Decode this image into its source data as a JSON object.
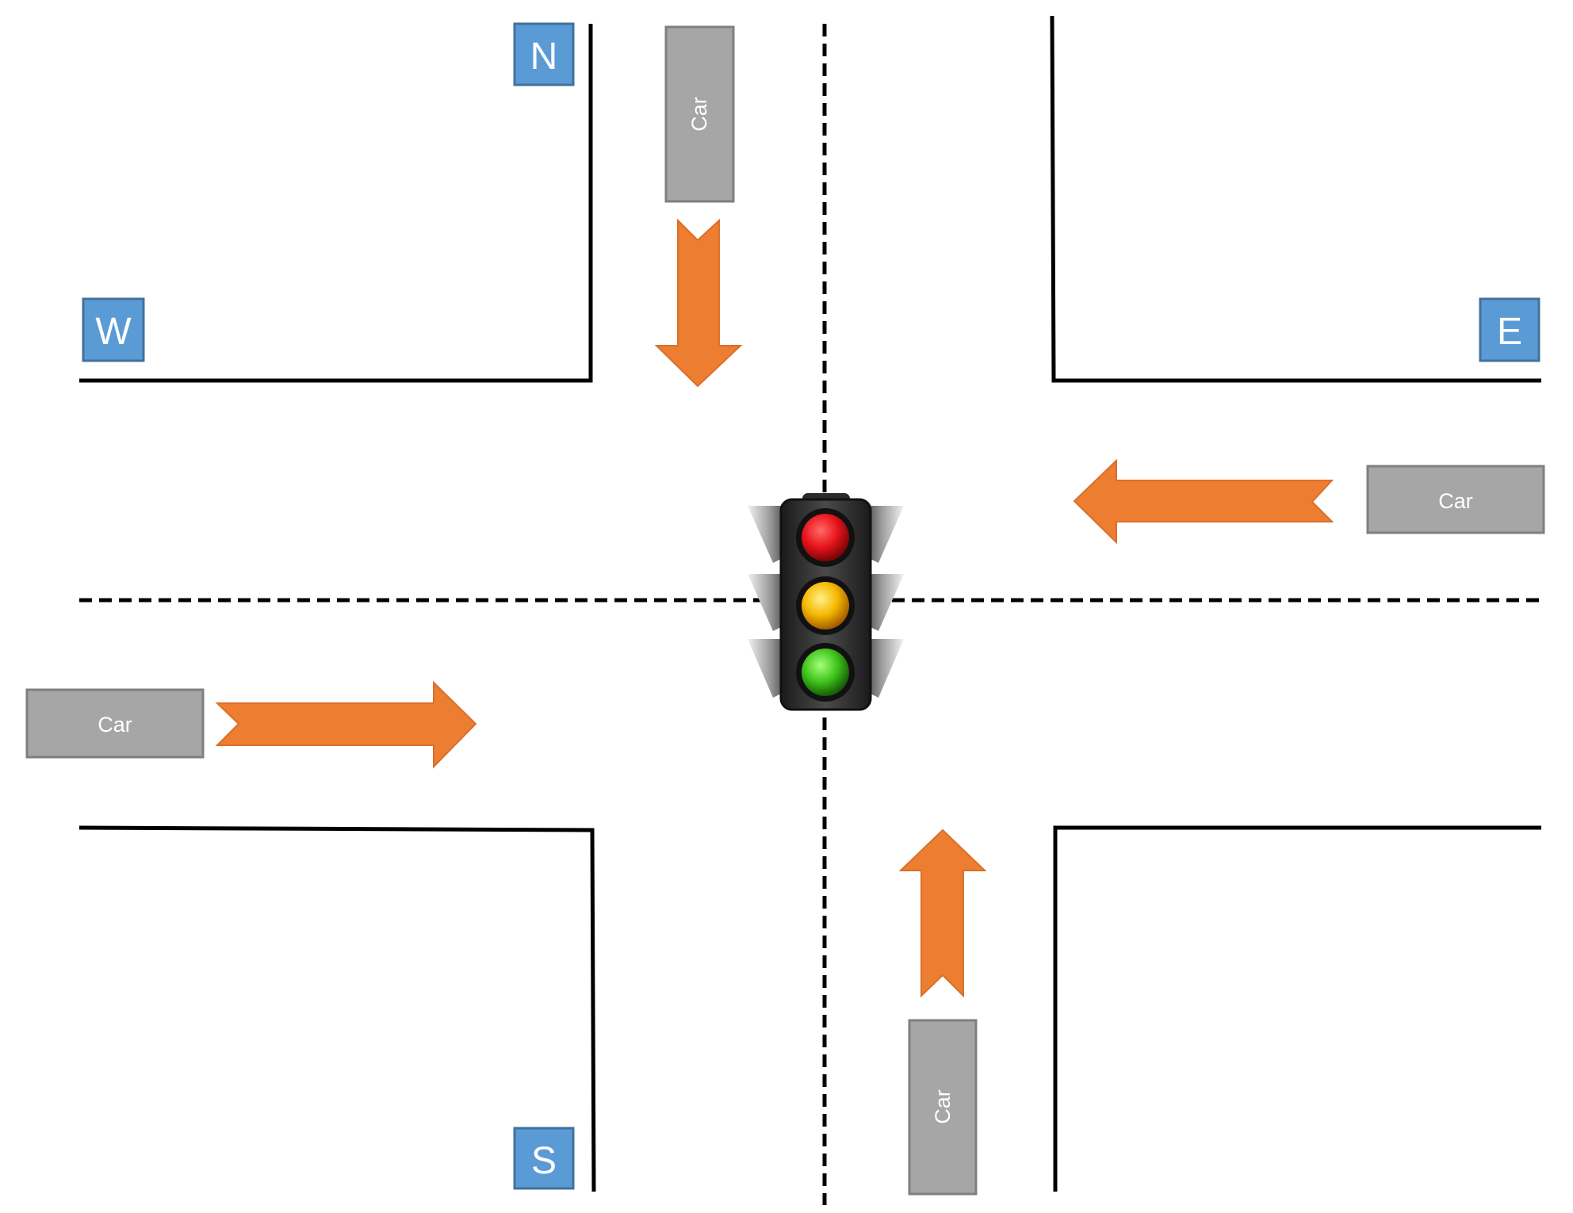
{
  "compass": {
    "north": "N",
    "south": "S",
    "east": "E",
    "west": "W"
  },
  "cars": {
    "north": "Car",
    "east": "Car",
    "west": "Car",
    "south": "Car"
  },
  "traffic_light": {
    "lamps": [
      "red",
      "amber",
      "green"
    ]
  },
  "colors": {
    "compass_box": "#5b9bd5",
    "arrow": "#ed7d31",
    "car": "#a6a6a6",
    "road_edge": "#000000",
    "lamp_red": "#e8141b",
    "lamp_amber": "#f5b800",
    "lamp_green": "#3ec41a"
  }
}
